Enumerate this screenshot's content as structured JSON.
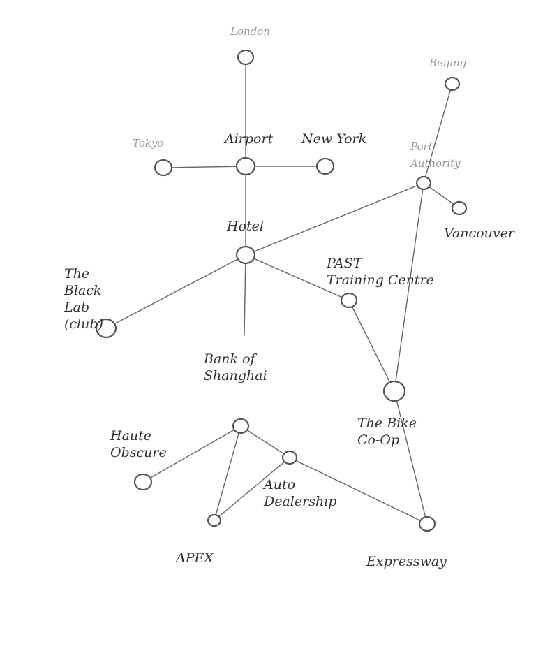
{
  "diagram": {
    "nodes": [
      {
        "id": "london",
        "label": [
          "London"
        ],
        "style": "light"
      },
      {
        "id": "beijing",
        "label": [
          "Beijing"
        ],
        "style": "light"
      },
      {
        "id": "tokyo",
        "label": [
          "Tokyo"
        ],
        "style": "light"
      },
      {
        "id": "airport",
        "label": [
          "Airport"
        ],
        "style": "dark"
      },
      {
        "id": "newyork",
        "label": [
          "New York"
        ],
        "style": "dark"
      },
      {
        "id": "portauth",
        "label": [
          "Port",
          "Authority"
        ],
        "style": "light"
      },
      {
        "id": "vancouver",
        "label": [
          "Vancouver"
        ],
        "style": "dark"
      },
      {
        "id": "hotel",
        "label": [
          "Hotel"
        ],
        "style": "dark"
      },
      {
        "id": "blacklab",
        "label": [
          "The",
          "Black",
          "Lab",
          "(club)"
        ],
        "style": "dark"
      },
      {
        "id": "past",
        "label": [
          "PAST",
          "Training Centre"
        ],
        "style": "dark"
      },
      {
        "id": "bank",
        "label": [
          "Bank of",
          "Shanghai"
        ],
        "style": "dark"
      },
      {
        "id": "bike",
        "label": [
          "The Bike",
          "Co-Op"
        ],
        "style": "dark"
      },
      {
        "id": "haute",
        "label": [
          "Haute",
          "Obscure"
        ],
        "style": "dark"
      },
      {
        "id": "auto",
        "label": [
          "Auto",
          "Dealership"
        ],
        "style": "dark"
      },
      {
        "id": "apex",
        "label": [
          "APEX"
        ],
        "style": "dark"
      },
      {
        "id": "expressway",
        "label": [
          "Expressway"
        ],
        "style": "dark"
      }
    ],
    "edges": [
      [
        "london",
        "airport"
      ],
      [
        "tokyo",
        "airport"
      ],
      [
        "airport",
        "newyork"
      ],
      [
        "airport",
        "hotel"
      ],
      [
        "beijing",
        "portauth"
      ],
      [
        "portauth",
        "vancouver"
      ],
      [
        "hotel",
        "portauth"
      ],
      [
        "hotel",
        "blacklab"
      ],
      [
        "hotel",
        "past"
      ],
      [
        "hotel",
        "banktick"
      ],
      [
        "past",
        "bike"
      ],
      [
        "bike",
        "portauth"
      ],
      [
        "bank",
        "haute"
      ],
      [
        "bank",
        "apex"
      ],
      [
        "bank",
        "auto"
      ],
      [
        "auto",
        "apex"
      ],
      [
        "auto",
        "expressway"
      ],
      [
        "bike",
        "expressway"
      ]
    ]
  }
}
